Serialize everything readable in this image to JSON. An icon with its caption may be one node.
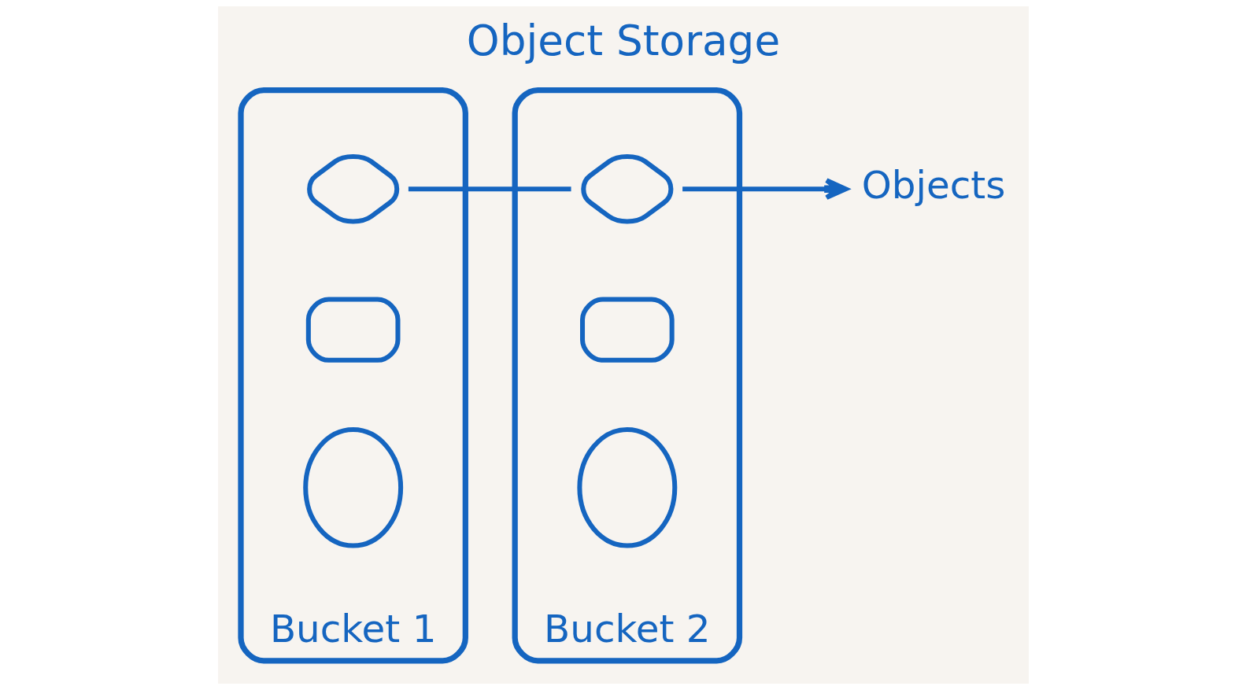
{
  "diagram": {
    "title": "Object Storage",
    "nodes": [
      {
        "text": [
          "Bucket 1"
        ]
      },
      {
        "text": [],
        "shape": "diamond",
        "in": 0
      },
      {
        "text": [],
        "shape": "box",
        "in": 0
      },
      {
        "text": [],
        "shape": "circle",
        "in": 0
      },
      {
        "text": [
          "Bucket 2"
        ]
      },
      {
        "text": [],
        "shape": "diamond",
        "in": 4
      },
      {
        "text": [],
        "shape": "box",
        "in": 4
      },
      {
        "text": [],
        "shape": "circle",
        "in": 4
      },
      {
        "text": [
          "Objects"
        ]
      }
    ],
    "edges": [
      {
        "from": 1,
        "to": 5,
        "arrow": "none"
      },
      {
        "from": 5,
        "to": 8,
        "arrow": "to"
      }
    ]
  }
}
